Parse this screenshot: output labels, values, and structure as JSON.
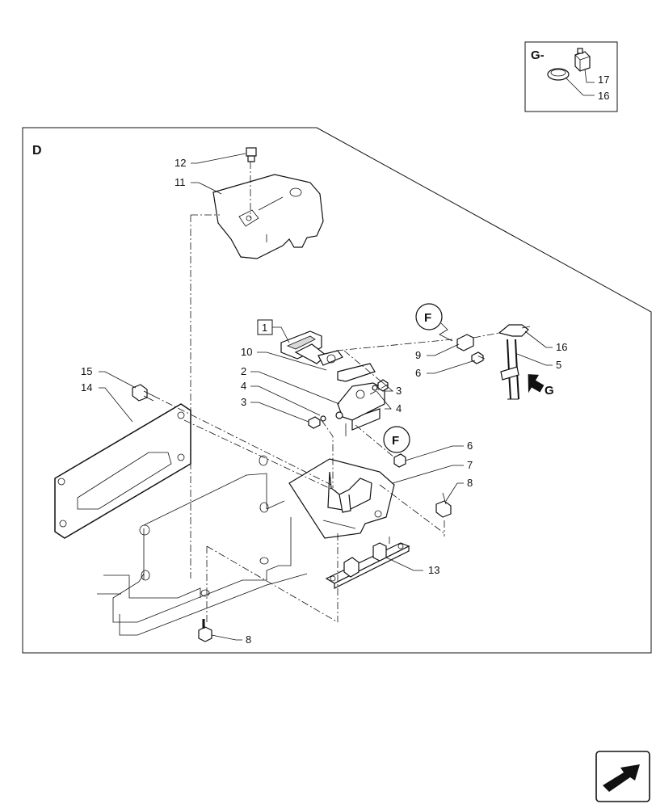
{
  "view_label": "D",
  "inset_label": "G-",
  "inset_callouts": [
    "17",
    "16"
  ],
  "section_refs": {
    "f1": "F",
    "f2": "F",
    "g": "G"
  },
  "boxed_part": "1",
  "callouts": {
    "c12": "12",
    "c11": "11",
    "c10": "10",
    "c9": "9",
    "c6a": "6",
    "c16": "16",
    "c5": "5",
    "c2": "2",
    "c4a": "4",
    "c3a": "3",
    "c3b": "3",
    "c4b": "4",
    "c15": "15",
    "c14": "14",
    "c6b": "6",
    "c7": "7",
    "c8a": "8",
    "c13": "13",
    "c8b": "8"
  },
  "nav_icon": "next-page-arrow-icon"
}
